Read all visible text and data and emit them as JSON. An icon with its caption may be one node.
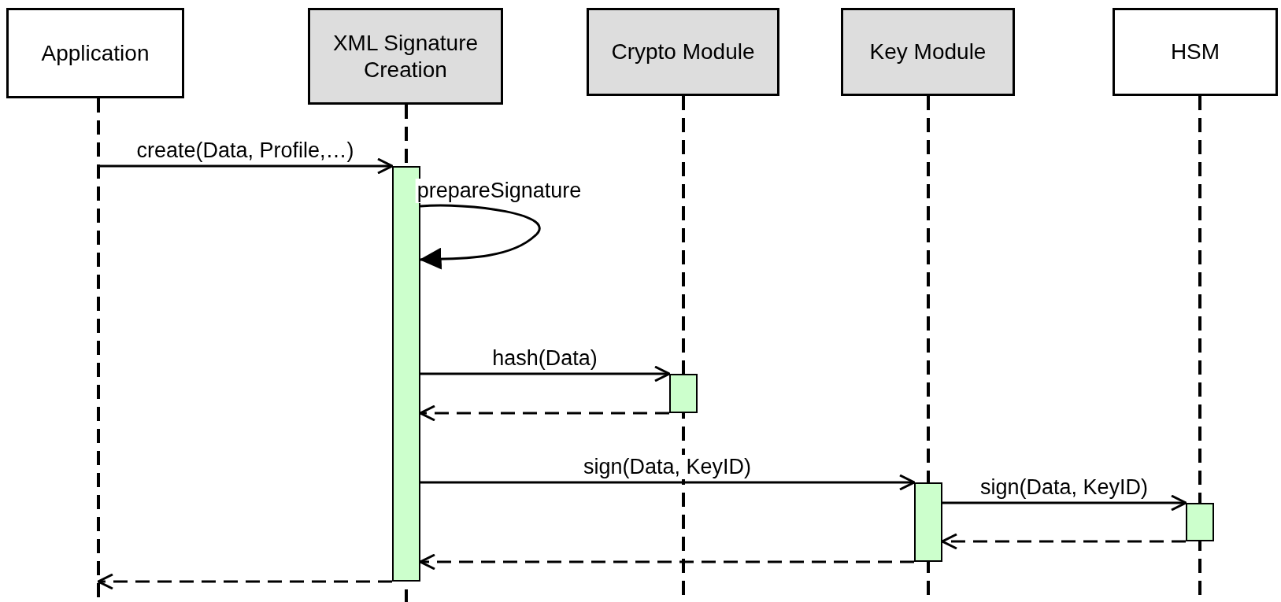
{
  "diagram": {
    "nodes": [
      {
        "text": [
          "Application"
        ]
      },
      {
        "text": [
          "XML Signature Creation"
        ]
      },
      {
        "text": [
          "Crypto Module"
        ]
      },
      {
        "text": [
          "Key Module"
        ]
      },
      {
        "text": [
          "HSM"
        ]
      },
      {
        "text": [],
        "shape": "bar",
        "in": 1
      },
      {
        "text": [],
        "shape": "bar",
        "in": 2
      },
      {
        "text": [],
        "shape": "bar",
        "in": 3
      },
      {
        "text": [],
        "shape": "bar",
        "in": 4
      }
    ],
    "edges": [
      {
        "from": 0,
        "to": 5,
        "arrow": "to",
        "label": "create(Data, Profile,…)"
      },
      {
        "from": 5,
        "to": 5,
        "arrow": "to",
        "label": "prepareSignature"
      },
      {
        "from": 5,
        "to": 6,
        "arrow": "to",
        "label": "hash(Data)"
      },
      {
        "from": 6,
        "to": 5,
        "arrow": "to",
        "style": "dashed"
      },
      {
        "from": 5,
        "to": 7,
        "arrow": "to",
        "label": "sign(Data, KeyID)"
      },
      {
        "from": 7,
        "to": 8,
        "arrow": "to",
        "label": "sign(Data, KeyID)"
      },
      {
        "from": 8,
        "to": 7,
        "arrow": "to",
        "style": "dashed"
      },
      {
        "from": 7,
        "to": 5,
        "arrow": "to",
        "style": "dashed"
      },
      {
        "from": 5,
        "to": 0,
        "arrow": "to",
        "style": "dashed"
      }
    ]
  }
}
